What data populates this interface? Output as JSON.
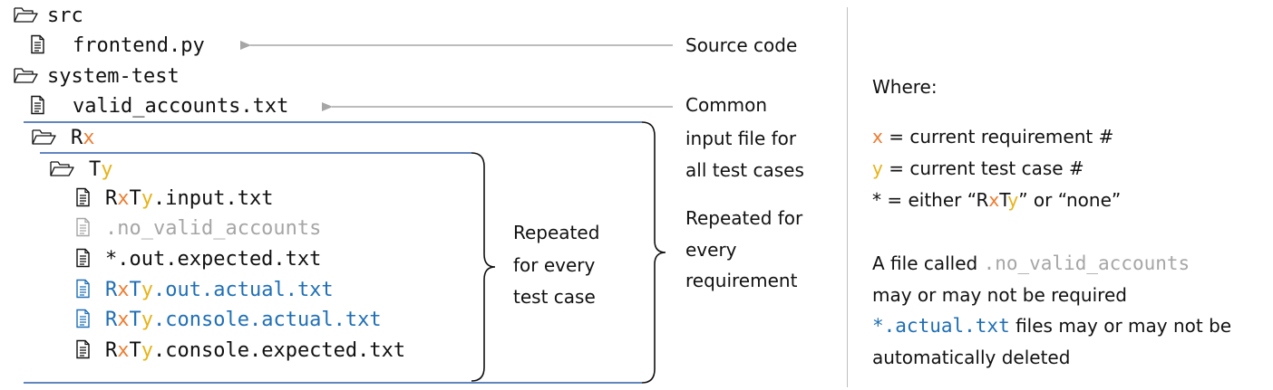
{
  "tree": {
    "src": "src",
    "frontend": "frontend.py",
    "system_test": "system-test",
    "valid_accounts": "valid_accounts.txt",
    "rx": {
      "r": "R",
      "x": "x"
    },
    "ty": {
      "t": "T",
      "y": "y"
    },
    "file_input": {
      "R": "R",
      "x": "x",
      "T": "T",
      "y": "y",
      "rest": ".input.txt"
    },
    "file_no_valid": ".no_valid_accounts",
    "file_out_expected": "*.out.expected.txt",
    "file_out_actual": {
      "R": "R",
      "x": "x",
      "T": "T",
      "y": "y",
      "rest": ".out.actual.txt"
    },
    "file_console_actual": {
      "R": "R",
      "x": "x",
      "T": "T",
      "y": "y",
      "rest": ".console.actual.txt"
    },
    "file_console_expected": {
      "R": "R",
      "x": "x",
      "T": "T",
      "y": "y",
      "rest": ".console.expected.txt"
    }
  },
  "annotations": {
    "source_code": "Source code",
    "common_1": "Common",
    "common_2": "input file for",
    "common_3": "all test cases",
    "rep_req_1": "Repeated for",
    "rep_req_2": "every",
    "rep_req_3": "requirement",
    "rep_test_1": "Repeated",
    "rep_test_2": "for every",
    "rep_test_3": "test case"
  },
  "legend": {
    "where": "Where:",
    "x_sym": "x",
    "x_desc": " = current requirement #",
    "y_sym": "y",
    "y_desc": " = current test case #",
    "star_a": "* = either “",
    "star_r": "R",
    "star_x": "x",
    "star_t": "T",
    "star_y": "y",
    "star_b": "” or “none”",
    "note1_a": "A file called ",
    "note1_code": ".no_valid_accounts",
    "note1_b": "may or may not be required",
    "note2_code": "*.actual.txt",
    "note2_a": " files may or may not be",
    "note2_b": "automatically deleted"
  },
  "colors": {
    "variable_x": "#ED7D31",
    "variable_y": "#E8B317",
    "generated_file": "#1F6FB5",
    "optional_file": "#A6A6A6",
    "arrow": "#A6A6A6",
    "bracket_line": "#2E5DA8"
  },
  "icons": {
    "folder": "folder-open-icon",
    "file": "document-icon"
  }
}
